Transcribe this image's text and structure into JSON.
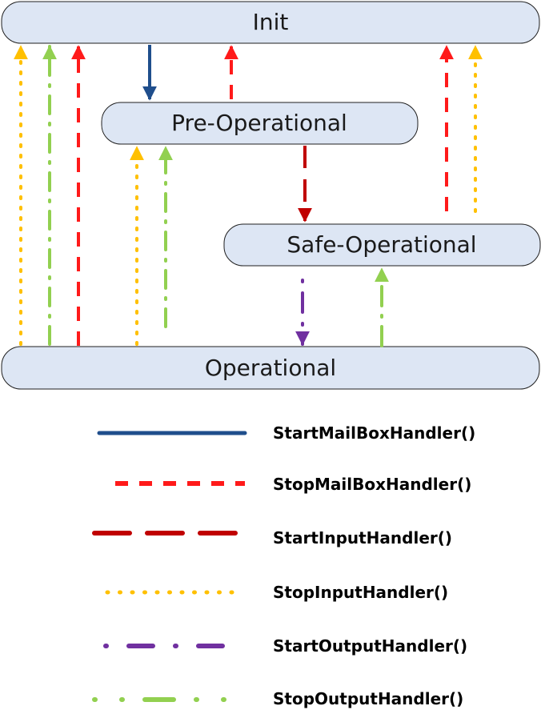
{
  "states": {
    "init": "Init",
    "pre_operational": "Pre-Operational",
    "safe_operational": "Safe-Operational",
    "operational": "Operational"
  },
  "legend": {
    "start_mailbox": "StartMailBoxHandler()",
    "stop_mailbox": "StopMailBoxHandler()",
    "start_input": "StartInputHandler()",
    "stop_input": "StopInputHandler()",
    "start_output": "StartOutputHandler()",
    "stop_output": "StopOutputHandler()"
  },
  "colors": {
    "state_fill": "#dde6f4",
    "state_stroke": "#1f1f1f",
    "start_mailbox": "#1f4e8c",
    "stop_mailbox": "#ff1a1a",
    "start_input": "#c00000",
    "stop_input": "#ffc000",
    "start_output": "#7030a0",
    "stop_output": "#92d050"
  }
}
